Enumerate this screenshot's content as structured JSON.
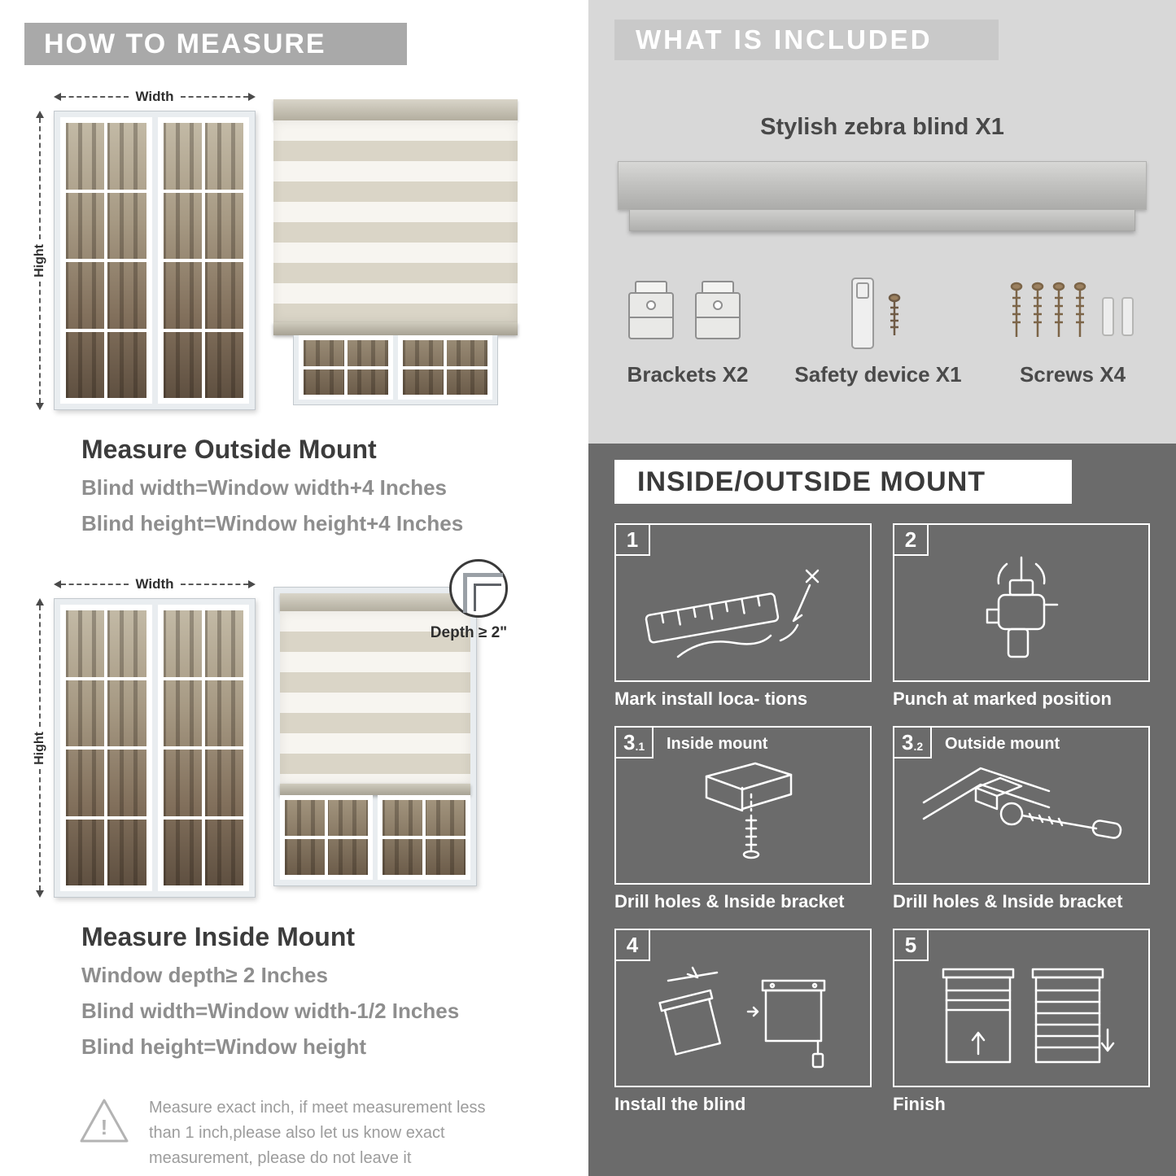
{
  "measure": {
    "header": "HOW TO MEASURE",
    "width_label": "Width",
    "height_label": "Hight",
    "outside": {
      "title": "Measure Outside Mount",
      "lines": [
        "Blind width=Window width+4 Inches",
        "Blind height=Window height+4 Inches"
      ]
    },
    "inside": {
      "title": "Measure Inside Mount",
      "depth_label": "Depth ≥ 2\"",
      "lines": [
        "Window depth≥ 2 Inches",
        "Blind width=Window width-1/2 Inches",
        "Blind height=Window height"
      ]
    },
    "warning": "Measure exact inch, if meet measurement less than 1 inch,please also let us know exact measurement, please do not leave it"
  },
  "included": {
    "header": "WHAT IS INCLUDED",
    "product": "Stylish zebra blind X1",
    "items": [
      {
        "label": "Brackets X2",
        "icon": "brackets-icon"
      },
      {
        "label": "Safety device X1",
        "icon": "safety-device-icon"
      },
      {
        "label": "Screws X4",
        "icon": "screws-icon"
      }
    ]
  },
  "mount": {
    "header": "INSIDE/OUTSIDE MOUNT",
    "steps": [
      {
        "num": "1",
        "sub": "",
        "title": "",
        "caption": "Mark install loca- tions"
      },
      {
        "num": "2",
        "sub": "",
        "title": "",
        "caption": "Punch at marked position"
      },
      {
        "num": "3",
        "sub": ".1",
        "title": "Inside mount",
        "caption": "Drill holes & Inside bracket"
      },
      {
        "num": "3",
        "sub": ".2",
        "title": "Outside mount",
        "caption": "Drill holes & Inside bracket"
      },
      {
        "num": "4",
        "sub": "",
        "title": "",
        "caption": "Install the blind"
      },
      {
        "num": "5",
        "sub": "",
        "title": "",
        "caption": "Finish"
      }
    ]
  },
  "colors": {
    "banner_gray": "#a9a9a9",
    "included_bg": "#d8d8d8",
    "included_banner": "#c9c9c9",
    "mount_bg": "#6b6b6b",
    "heading_text": "#3c3c3c",
    "body_text": "#8e8e8e"
  }
}
